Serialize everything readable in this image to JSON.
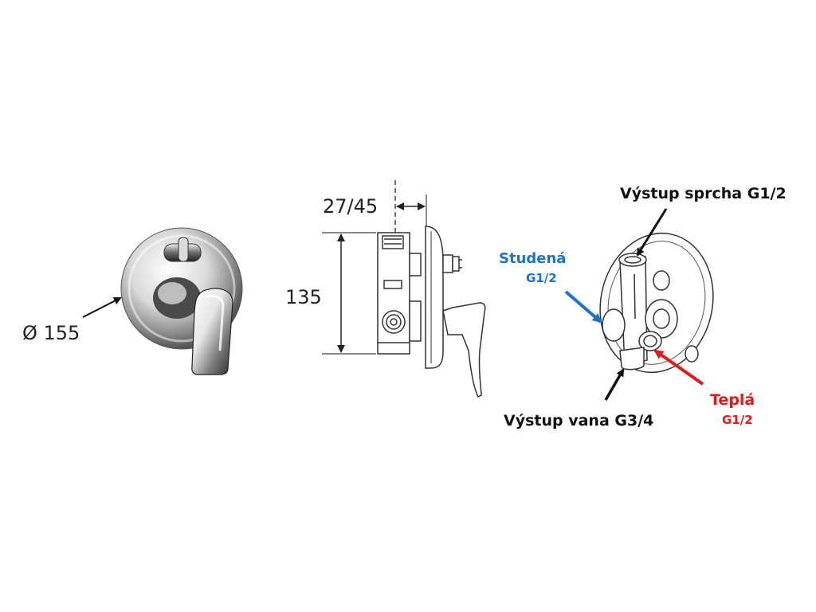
{
  "product_view": {
    "diameter_label": "Ø 155"
  },
  "side_view": {
    "depth_label": "27/45",
    "height_label": "135"
  },
  "connection_view": {
    "shower_outlet": "Výstup sprcha G1/2",
    "cold_label": "Studená",
    "cold_thread": "G1/2",
    "bath_outlet": "Výstup vana G3/4",
    "hot_label": "Teplá",
    "hot_thread": "G1/2"
  },
  "colors": {
    "cold": "#1d72c9",
    "hot": "#e01b1b",
    "text": "#111111"
  }
}
